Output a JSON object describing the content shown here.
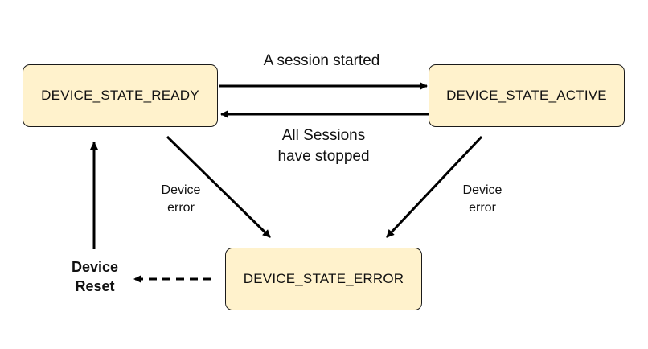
{
  "states": {
    "ready": "DEVICE_STATE_READY",
    "active": "DEVICE_STATE_ACTIVE",
    "error": "DEVICE_STATE_ERROR"
  },
  "transitions": {
    "session_started": "A session started",
    "sessions_stopped_line1": "All Sessions",
    "sessions_stopped_line2": "have stopped",
    "device_error_left_line1": "Device",
    "device_error_left_line2": "error",
    "device_error_right_line1": "Device",
    "device_error_right_line2": "error",
    "device_reset_line1": "Device",
    "device_reset_line2": "Reset"
  },
  "colors": {
    "state_fill": "#fff2cc",
    "stroke": "#1a1a1a"
  }
}
